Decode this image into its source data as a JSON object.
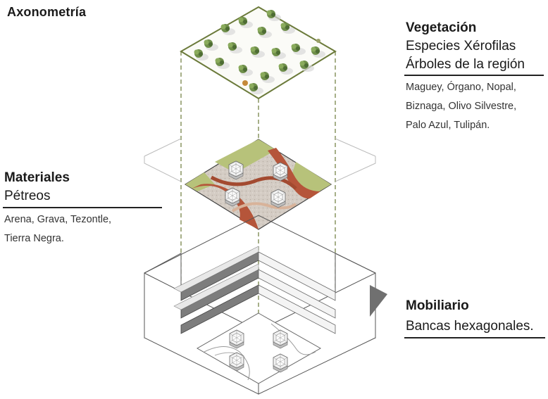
{
  "title": "Axonometría",
  "vegetation": {
    "heading": "Vegetación",
    "line1": "Especies Xérofilas",
    "line2": "Árboles de la región",
    "species_line1": "Maguey, Órgano, Nopal,",
    "species_line2": "Biznaga, Olivo Silvestre,",
    "species_line3": "Palo Azul, Tulipán."
  },
  "materials": {
    "heading": "Materiales",
    "subheading": "Pétreos",
    "list_line1": "Arena, Grava, Tezontle,",
    "list_line2": "Tierra Negra."
  },
  "furniture": {
    "heading": "Mobiliario",
    "subheading": "Bancas hexagonales."
  },
  "colors": {
    "vegetation_frame": "#6b7a3a",
    "dashed_guides": "#6b7a3a",
    "grass": "#b7c27a",
    "terracotta": "#b5553a",
    "gravel": "#cfc7bf",
    "structure_line": "#555555",
    "wall_shadow": "#707070",
    "text": "#1a1a1a"
  },
  "icons": [
    "tree-icon",
    "hexagonal-bench-icon"
  ]
}
